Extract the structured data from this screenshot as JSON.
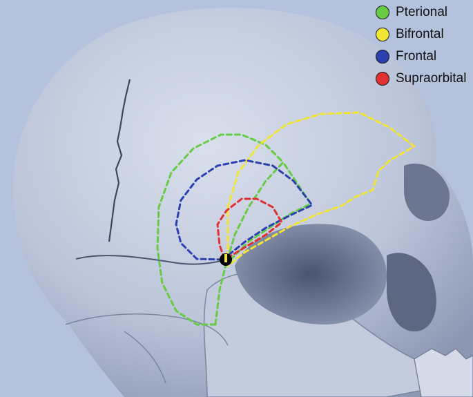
{
  "legend": {
    "items": [
      {
        "label": "Pterional",
        "color": "#66cc44"
      },
      {
        "label": "Bifrontal",
        "color": "#f2e633"
      },
      {
        "label": "Frontal",
        "color": "#2b3fb0"
      },
      {
        "label": "Supraorbital",
        "color": "#e23030"
      }
    ]
  },
  "colors": {
    "background": "#b4c2de",
    "bone": "#c9d1e3",
    "bone_shadow": "#7a859f",
    "keyhole": "#000000"
  },
  "icons": {
    "subject": "skull-illustration",
    "keyhole": "keyhole-point"
  }
}
